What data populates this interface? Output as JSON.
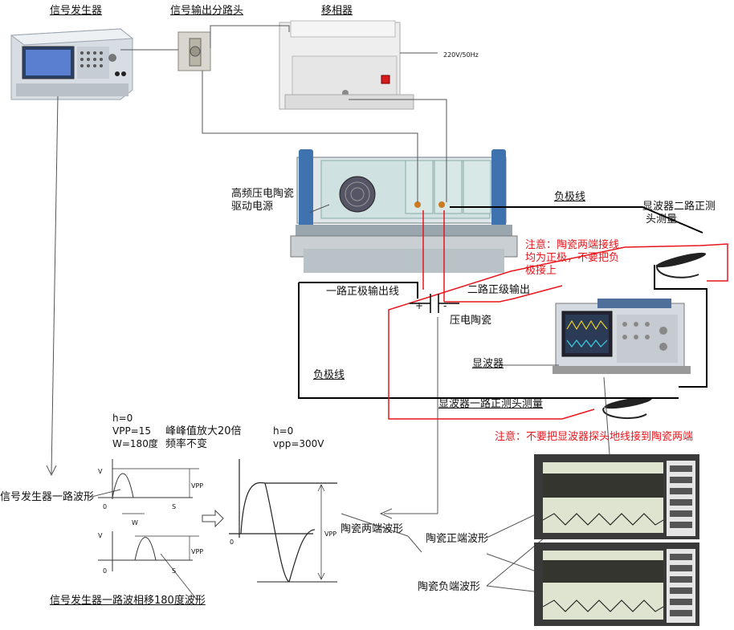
{
  "labels": {
    "signal_generator": "信号发生器",
    "signal_splitter": "信号输出分路头",
    "phase_shifter": "移相器",
    "power_spec": "220V/50Hz",
    "driver_line1": "高频压电陶瓷",
    "driver_line2": "驱动电源",
    "negative_wire_top": "负极线",
    "scope_ch2_line1": "显波器二路正测",
    "scope_ch2_line2": "头测量",
    "note1_line1": "注意：陶瓷两端接线",
    "note1_line2": "均为正极，不要把负",
    "note1_line3": "极接上",
    "ch1_positive_out": "一路正极输出线",
    "ch2_positive_out": "二路正级输出",
    "piezo_ceramic": "压电陶瓷",
    "oscilloscope": "显波器",
    "negative_wire_bottom": "负极线",
    "scope_ch1_probe": "显波器一路正测头测量",
    "note2": "注意：不要把显波器探头地线接到陶瓷两端",
    "params_h": "h=0",
    "params_vpp": "VPP=15",
    "params_w": "W=180度",
    "amplify_line1": "峰峰值放大20倍",
    "amplify_line2": "频率不变",
    "out_h": "h=0",
    "out_vpp": "vpp=300V",
    "gen_ch1_wave": "信号发生器一路波形",
    "gen_shifted_wave": "信号发生器一路波相移180度波形",
    "ceramic_both_wave": "陶瓷两端波形",
    "ceramic_pos_wave": "陶瓷正端波形",
    "ceramic_neg_wave": "陶瓷负端波形",
    "plus_sign": "+",
    "minus_sign": "-"
  },
  "axis_marks": {
    "v": "V",
    "zero": "0",
    "s": "S",
    "vpp": "VPP",
    "w": "W"
  },
  "colors": {
    "red_wire": "#e8151b",
    "black_wire": "#000000",
    "thin_line": "#555555"
  }
}
